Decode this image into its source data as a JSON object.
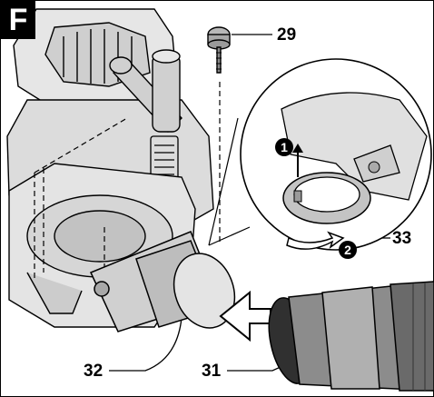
{
  "figure": {
    "label": "F"
  },
  "callouts": {
    "c29": "29",
    "c33": "33",
    "c32": "32",
    "c31": "31"
  },
  "steps": {
    "s1": "1",
    "s2": "2"
  },
  "colors": {
    "ink": "#000000",
    "tool_gray": "#d9d9d9",
    "hose_gray": "#c8c8c8",
    "dark_gray": "#404040"
  }
}
